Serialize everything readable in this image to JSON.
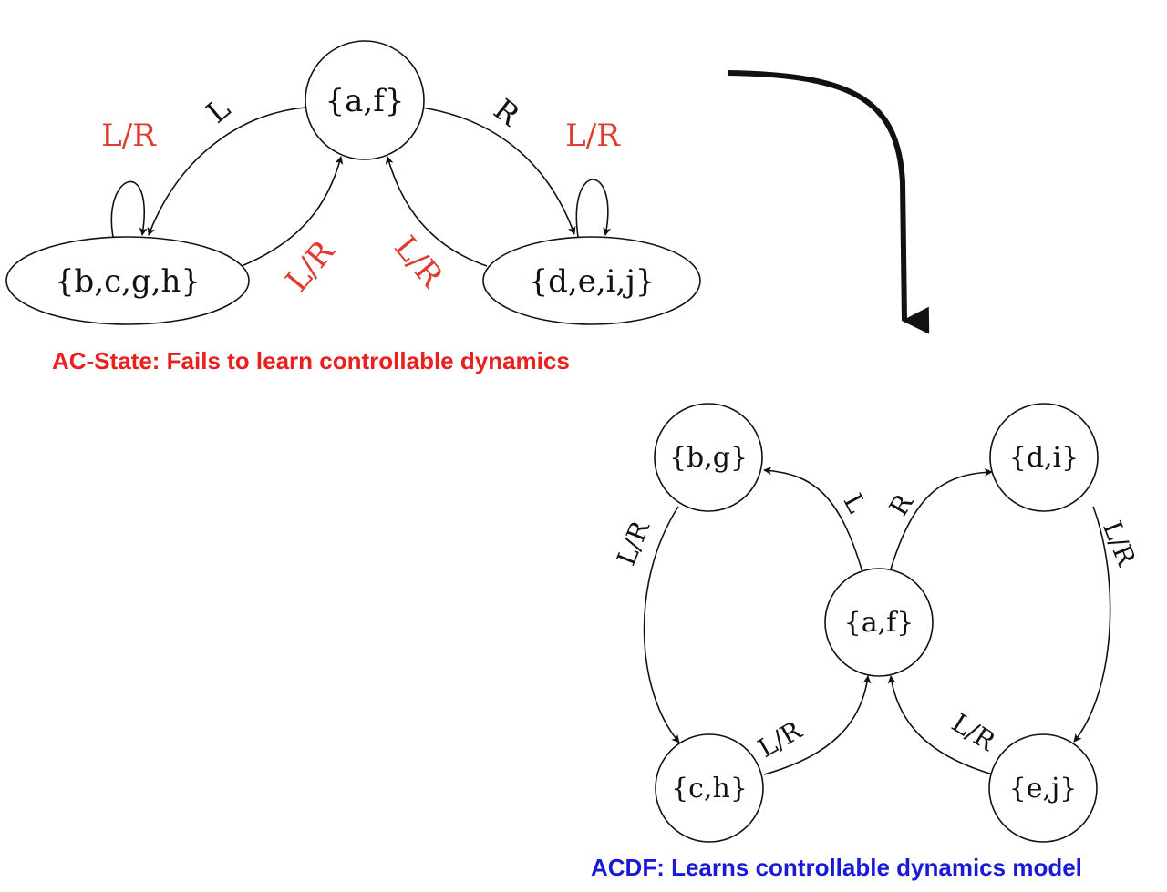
{
  "colors": {
    "red_label": "#e03a2f",
    "top_caption": "#e8211f",
    "bottom_caption": "#1a1ad6",
    "ink": "#111111"
  },
  "top_diagram": {
    "caption": "AC-State: Fails to learn controllable dynamics",
    "nodes": {
      "af": "{a,f}",
      "bcgh": "{b,c,g,h}",
      "deij": "{d,e,i,j}"
    },
    "edges": {
      "af_to_bcgh": "L",
      "af_to_deij": "R",
      "bcgh_self": "L/R",
      "deij_self": "L/R",
      "bcgh_to_af": "L/R",
      "deij_to_af": "L/R"
    }
  },
  "bottom_diagram": {
    "caption": "ACDF: Learns controllable dynamics model",
    "nodes": {
      "bg": "{b,g}",
      "di": "{d,i}",
      "af": "{a,f}",
      "ch": "{c,h}",
      "ej": "{e,j}"
    },
    "edges": {
      "af_to_bg": "L",
      "af_to_di": "R",
      "bg_to_ch": "L/R",
      "di_to_ej": "L/R",
      "ch_to_af": "L/R",
      "ej_to_af": "L/R"
    }
  }
}
